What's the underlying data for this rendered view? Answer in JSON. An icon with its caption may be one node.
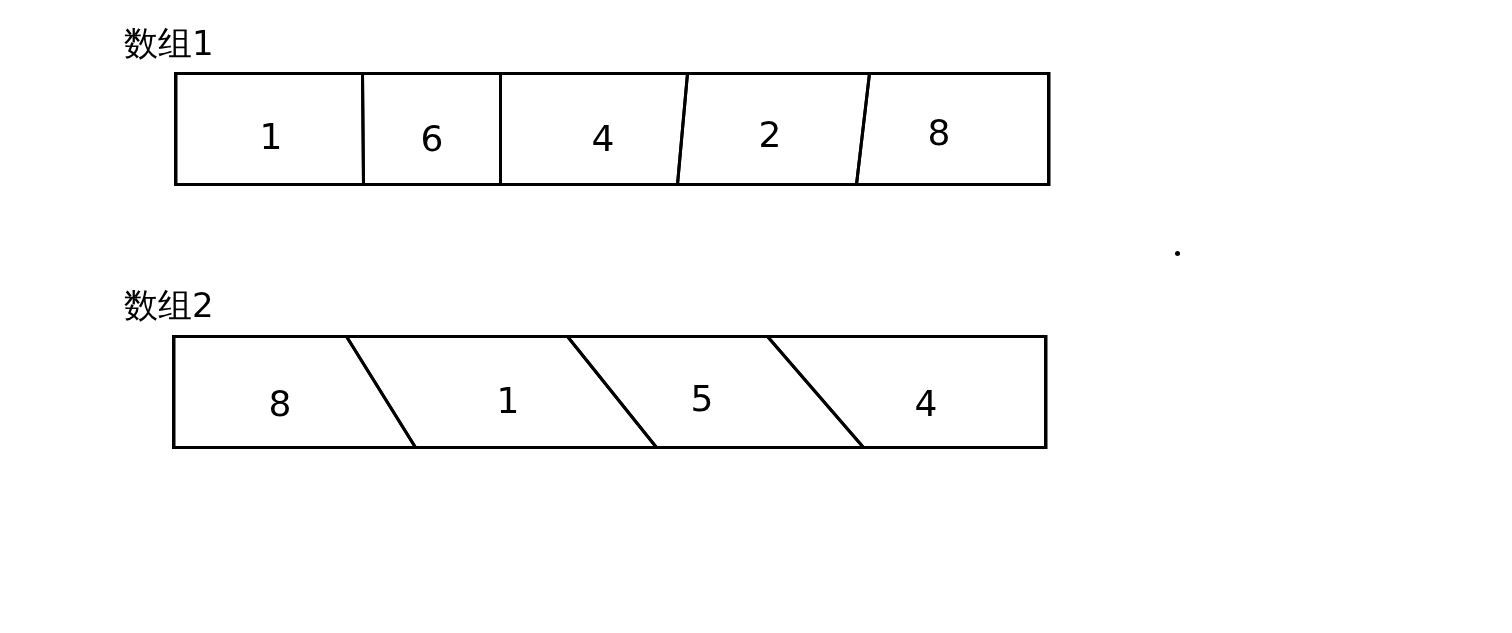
{
  "diagram": {
    "nodes": [
      {
        "text": [
          "数组1"
        ]
      },
      {
        "text": [
          "1"
        ],
        "in": 0
      },
      {
        "text": [
          "6"
        ],
        "in": 0
      },
      {
        "text": [
          "4"
        ],
        "in": 0
      },
      {
        "text": [
          "2"
        ],
        "in": 0
      },
      {
        "text": [
          "8"
        ],
        "in": 0
      },
      {
        "text": [
          "数组2"
        ]
      },
      {
        "text": [
          "8"
        ],
        "in": 6
      },
      {
        "text": [
          "1"
        ],
        "in": 6
      },
      {
        "text": [
          "5"
        ],
        "in": 6
      },
      {
        "text": [
          "4"
        ],
        "in": 6
      }
    ]
  }
}
